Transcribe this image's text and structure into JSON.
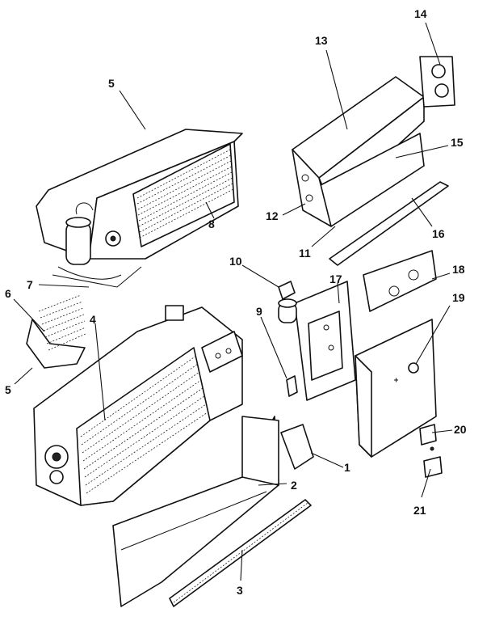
{
  "callouts": [
    {
      "id": "c1",
      "label": "1"
    },
    {
      "id": "c2",
      "label": "2"
    },
    {
      "id": "c3",
      "label": "3"
    },
    {
      "id": "c4",
      "label": "4"
    },
    {
      "id": "c5a",
      "label": "5"
    },
    {
      "id": "c5b",
      "label": "5"
    },
    {
      "id": "c6",
      "label": "6"
    },
    {
      "id": "c7",
      "label": "7"
    },
    {
      "id": "c8",
      "label": "8"
    },
    {
      "id": "c9",
      "label": "9"
    },
    {
      "id": "c10",
      "label": "10"
    },
    {
      "id": "c11",
      "label": "11"
    },
    {
      "id": "c12",
      "label": "12"
    },
    {
      "id": "c13",
      "label": "13"
    },
    {
      "id": "c14",
      "label": "14"
    },
    {
      "id": "c15",
      "label": "15"
    },
    {
      "id": "c16",
      "label": "16"
    },
    {
      "id": "c17",
      "label": "17"
    },
    {
      "id": "c18",
      "label": "18"
    },
    {
      "id": "c19",
      "label": "19"
    },
    {
      "id": "c20",
      "label": "20"
    },
    {
      "id": "c21",
      "label": "21"
    }
  ]
}
